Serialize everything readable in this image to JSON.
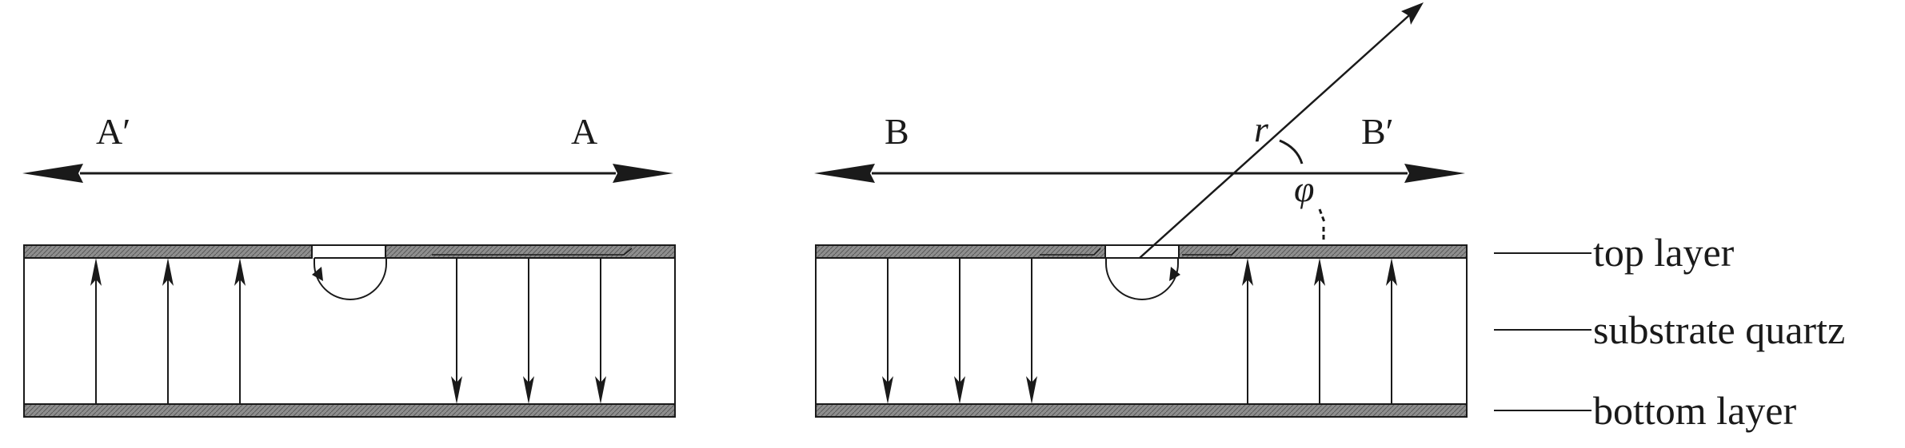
{
  "left_section": {
    "label_left": "A′",
    "label_right": "A"
  },
  "right_section": {
    "label_left": "B",
    "label_right": "B′",
    "radius_symbol": "r",
    "angle_symbol": "φ"
  },
  "legend": {
    "top_layer": "top layer",
    "substrate": "substrate quartz",
    "bottom_layer": "bottom layer"
  },
  "colors": {
    "layer_fill": "#8a8a8a",
    "line": "#1a1a1a",
    "background": "#ffffff"
  }
}
